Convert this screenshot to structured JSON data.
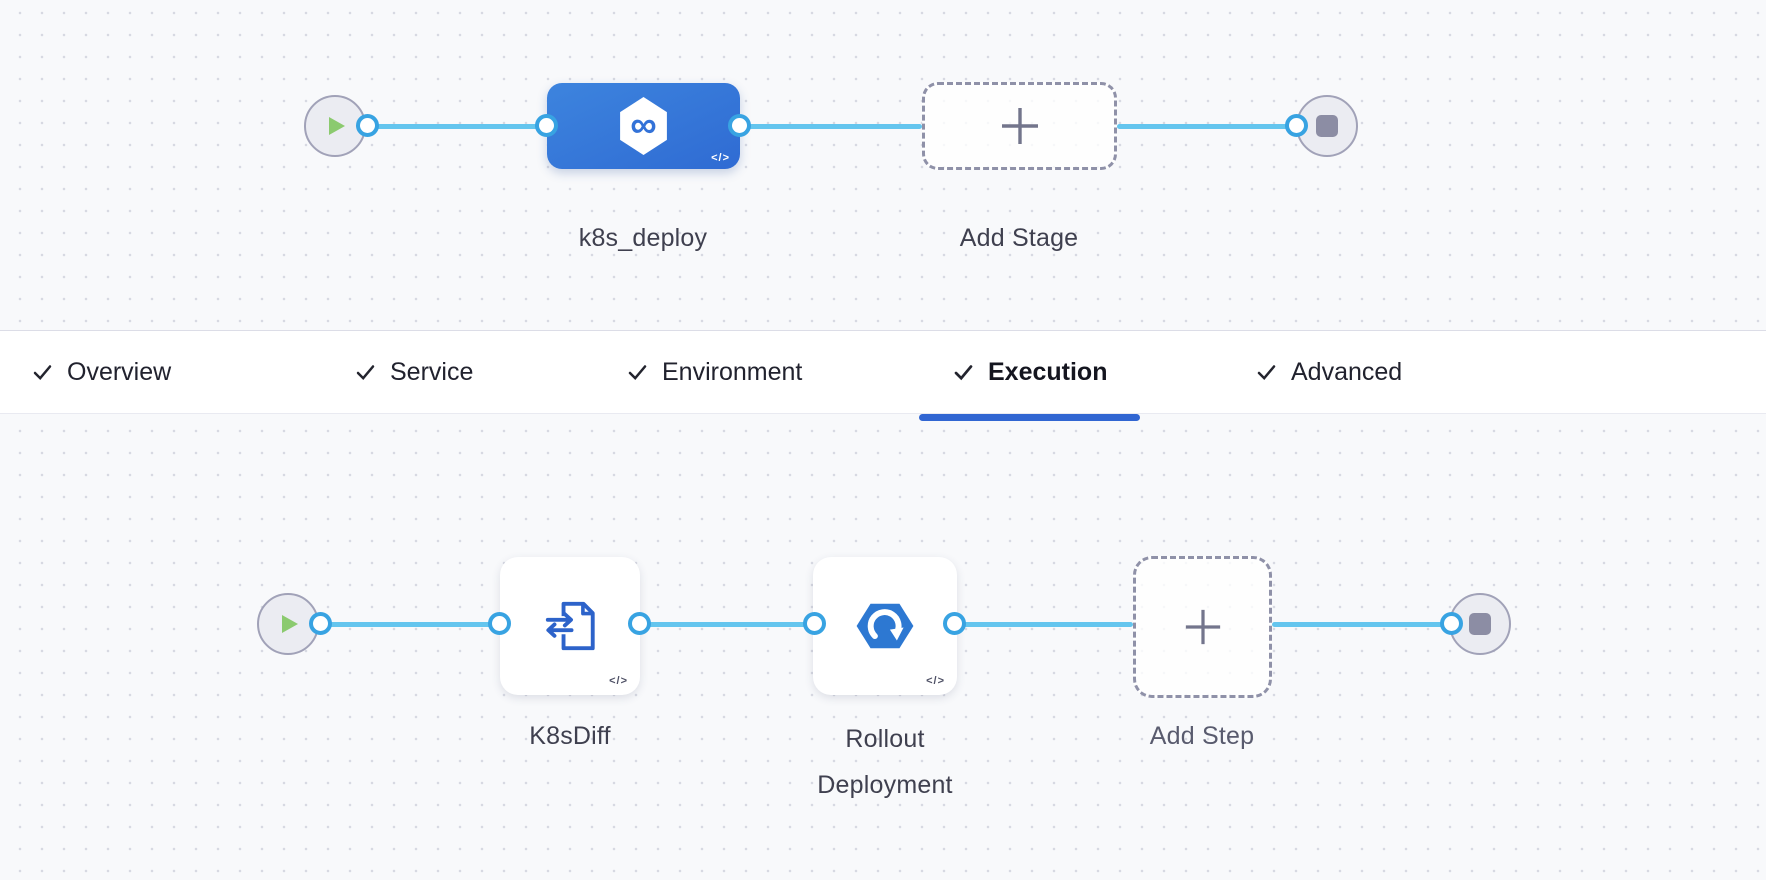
{
  "stage_pipeline": {
    "start_icon": "play-icon",
    "end_icon": "stop-icon",
    "stage": {
      "name": "k8s_deploy",
      "glyph": "∞",
      "code_badge": "</>",
      "icon": "harness-stage-icon"
    },
    "add_stage": {
      "label": "Add Stage",
      "icon": "plus-icon"
    }
  },
  "tabs": {
    "items": [
      {
        "label": "Overview",
        "checked": true,
        "active": false
      },
      {
        "label": "Service",
        "checked": true,
        "active": false
      },
      {
        "label": "Environment",
        "checked": true,
        "active": false
      },
      {
        "label": "Execution",
        "checked": true,
        "active": true
      },
      {
        "label": "Advanced",
        "checked": true,
        "active": false
      }
    ]
  },
  "execution_pipeline": {
    "start_icon": "play-icon",
    "end_icon": "stop-icon",
    "steps": [
      {
        "name": "K8sDiff",
        "icon": "k8s-diff-icon",
        "code_badge": "</>"
      },
      {
        "name": "Rollout Deployment",
        "icon": "rollout-deployment-icon",
        "code_badge": "</>"
      }
    ],
    "add_step": {
      "label": "Add Step",
      "icon": "plus-icon"
    }
  },
  "colors": {
    "canvas_bg": "#f8f9fb",
    "dot_grid": "#d7d9e2",
    "connector_line": "#64c5ee",
    "port_ring": "#38a3e2",
    "stage_blue": "#3375db",
    "icon_blue": "#2d66cc",
    "play_green": "#8bca6f",
    "stop_gray": "#8c8da4",
    "active_tab_underline": "#3166d2",
    "node_label": "#3f404f"
  }
}
